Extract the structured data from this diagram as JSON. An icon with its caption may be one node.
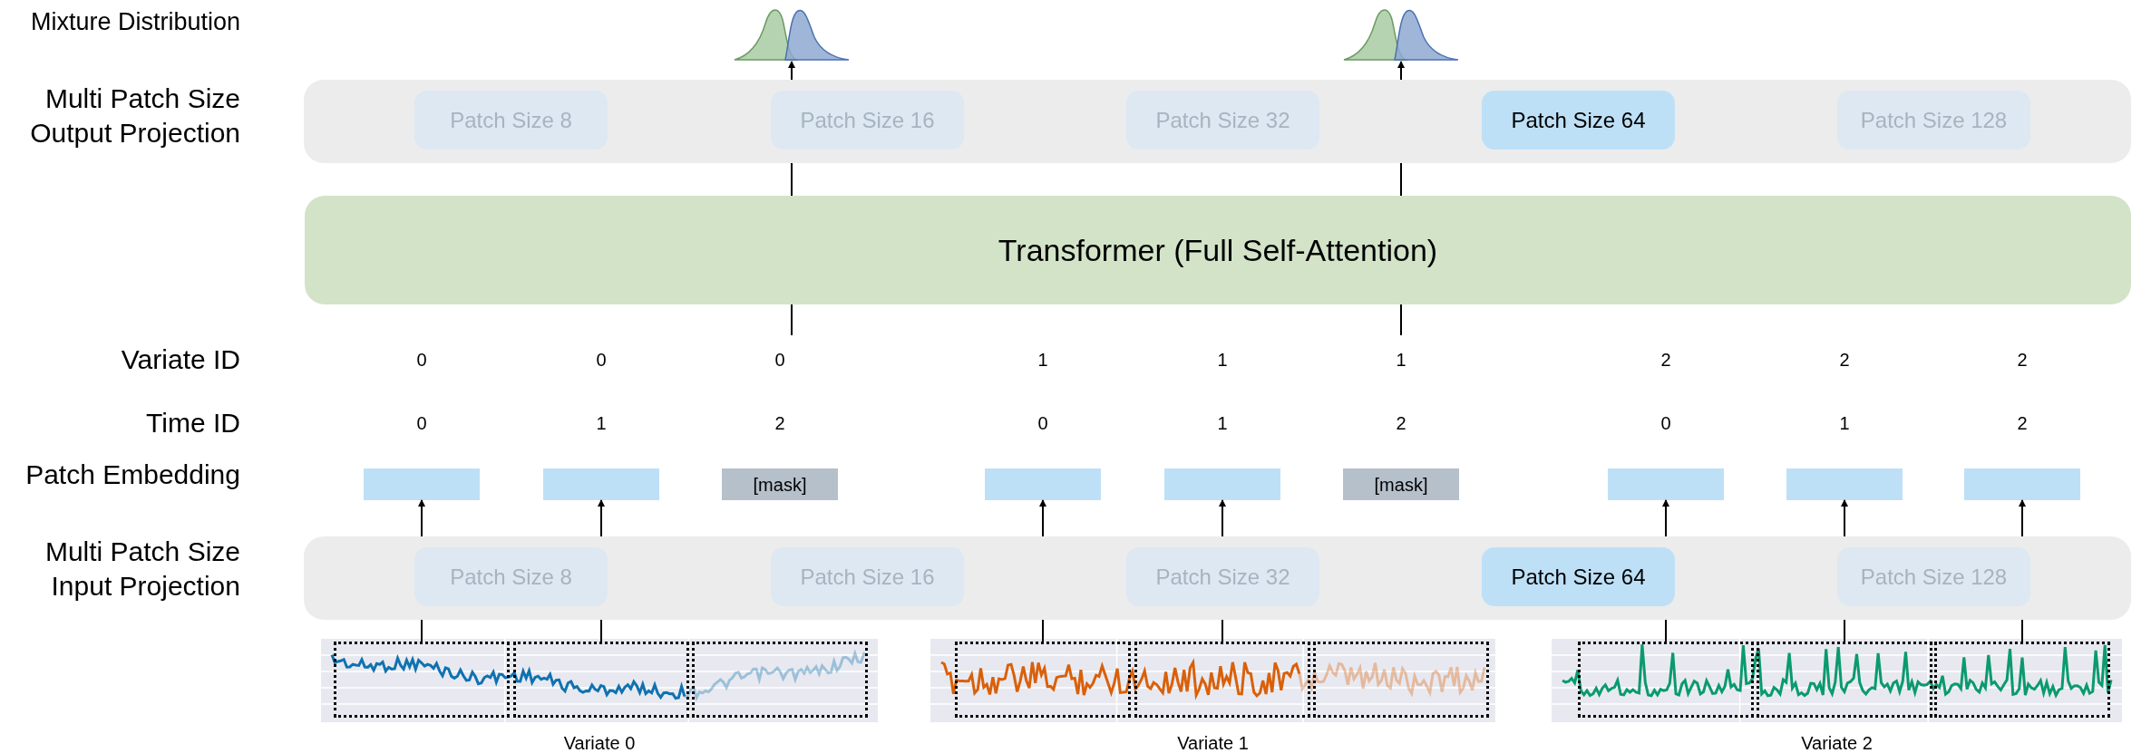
{
  "diagram": {
    "nodes": [
      {
        "text": [],
        "shape": "picture"
      },
      {
        "text": [],
        "shape": "picture"
      },
      {
        "text": [],
        "shape": "box"
      },
      {
        "text": [
          "Patch Size 8"
        ],
        "in": 2
      },
      {
        "text": [
          "Patch Size 16"
        ],
        "in": 2
      },
      {
        "text": [
          "Patch Size 32"
        ],
        "in": 2
      },
      {
        "text": [
          "Patch Size 64"
        ],
        "in": 2
      },
      {
        "text": [
          "Patch Size 128"
        ],
        "in": 2
      },
      {
        "text": [
          "Transformer (Full Self-Attention)"
        ]
      },
      {
        "text": [],
        "shape": "box"
      },
      {
        "text": [],
        "shape": "box"
      },
      {
        "text": [
          "[mask]"
        ]
      },
      {
        "text": [],
        "shape": "box"
      },
      {
        "text": [],
        "shape": "box"
      },
      {
        "text": [
          "[mask]"
        ]
      },
      {
        "text": [],
        "shape": "box"
      },
      {
        "text": [],
        "shape": "box"
      },
      {
        "text": [],
        "shape": "box"
      },
      {
        "text": [],
        "shape": "box"
      },
      {
        "text": [
          "Patch Size 8"
        ],
        "in": 18
      },
      {
        "text": [
          "Patch Size 16"
        ],
        "in": 18
      },
      {
        "text": [
          "Patch Size 32"
        ],
        "in": 18
      },
      {
        "text": [
          "Patch Size 64"
        ],
        "in": 18
      },
      {
        "text": [
          "Patch Size 128"
        ],
        "in": 18
      },
      {
        "text": [],
        "shape": "picture",
        "beside": [
          "Variate 0"
        ]
      },
      {
        "text": [],
        "shape": "box",
        "in": 24
      },
      {
        "text": [],
        "shape": "box",
        "in": 24
      },
      {
        "text": [],
        "shape": "box",
        "in": 24
      },
      {
        "text": [],
        "shape": "picture",
        "beside": [
          "Variate 1"
        ]
      },
      {
        "text": [],
        "shape": "box",
        "in": 28
      },
      {
        "text": [],
        "shape": "box",
        "in": 28
      },
      {
        "text": [],
        "shape": "box",
        "in": 28
      },
      {
        "text": [],
        "shape": "picture",
        "beside": [
          "Variate 2"
        ]
      },
      {
        "text": [],
        "shape": "box",
        "in": 32
      },
      {
        "text": [],
        "shape": "box",
        "in": 32
      },
      {
        "text": [],
        "shape": "box",
        "in": 32
      }
    ],
    "edges": [
      {
        "from": 2,
        "to": 0,
        "arrow": "to"
      },
      {
        "from": 2,
        "to": 1,
        "arrow": "to"
      },
      {
        "from": 8,
        "to": 2,
        "arrow": "none"
      },
      {
        "from": 8,
        "to": 2,
        "arrow": "none"
      },
      {
        "from": null,
        "to": 8,
        "arrow": "none"
      },
      {
        "from": null,
        "to": 8,
        "arrow": "none"
      },
      {
        "from": 18,
        "to": 9,
        "arrow": "to"
      },
      {
        "from": 18,
        "to": 10,
        "arrow": "to"
      },
      {
        "from": 18,
        "to": 12,
        "arrow": "to"
      },
      {
        "from": 18,
        "to": 13,
        "arrow": "to"
      },
      {
        "from": 18,
        "to": 15,
        "arrow": "to"
      },
      {
        "from": 18,
        "to": 16,
        "arrow": "to"
      },
      {
        "from": 18,
        "to": 17,
        "arrow": "to"
      },
      {
        "from": 25,
        "to": 18,
        "arrow": "none"
      },
      {
        "from": 26,
        "to": 18,
        "arrow": "none"
      },
      {
        "from": 29,
        "to": 18,
        "arrow": "none"
      },
      {
        "from": 30,
        "to": 18,
        "arrow": "none"
      },
      {
        "from": 33,
        "to": 18,
        "arrow": "none"
      },
      {
        "from": 34,
        "to": 18,
        "arrow": "none"
      },
      {
        "from": 35,
        "to": 18,
        "arrow": "none"
      }
    ],
    "labels": [
      "Mixture Distribution",
      "Multi Patch Size Output Projection",
      "Variate ID",
      "0",
      "0",
      "0",
      "1",
      "1",
      "1",
      "2",
      "2",
      "2",
      "Time ID",
      "0",
      "1",
      "2",
      "0",
      "1",
      "2",
      "0",
      "1",
      "2",
      "Patch Embedding",
      "Multi Patch Size Input Projection"
    ]
  }
}
